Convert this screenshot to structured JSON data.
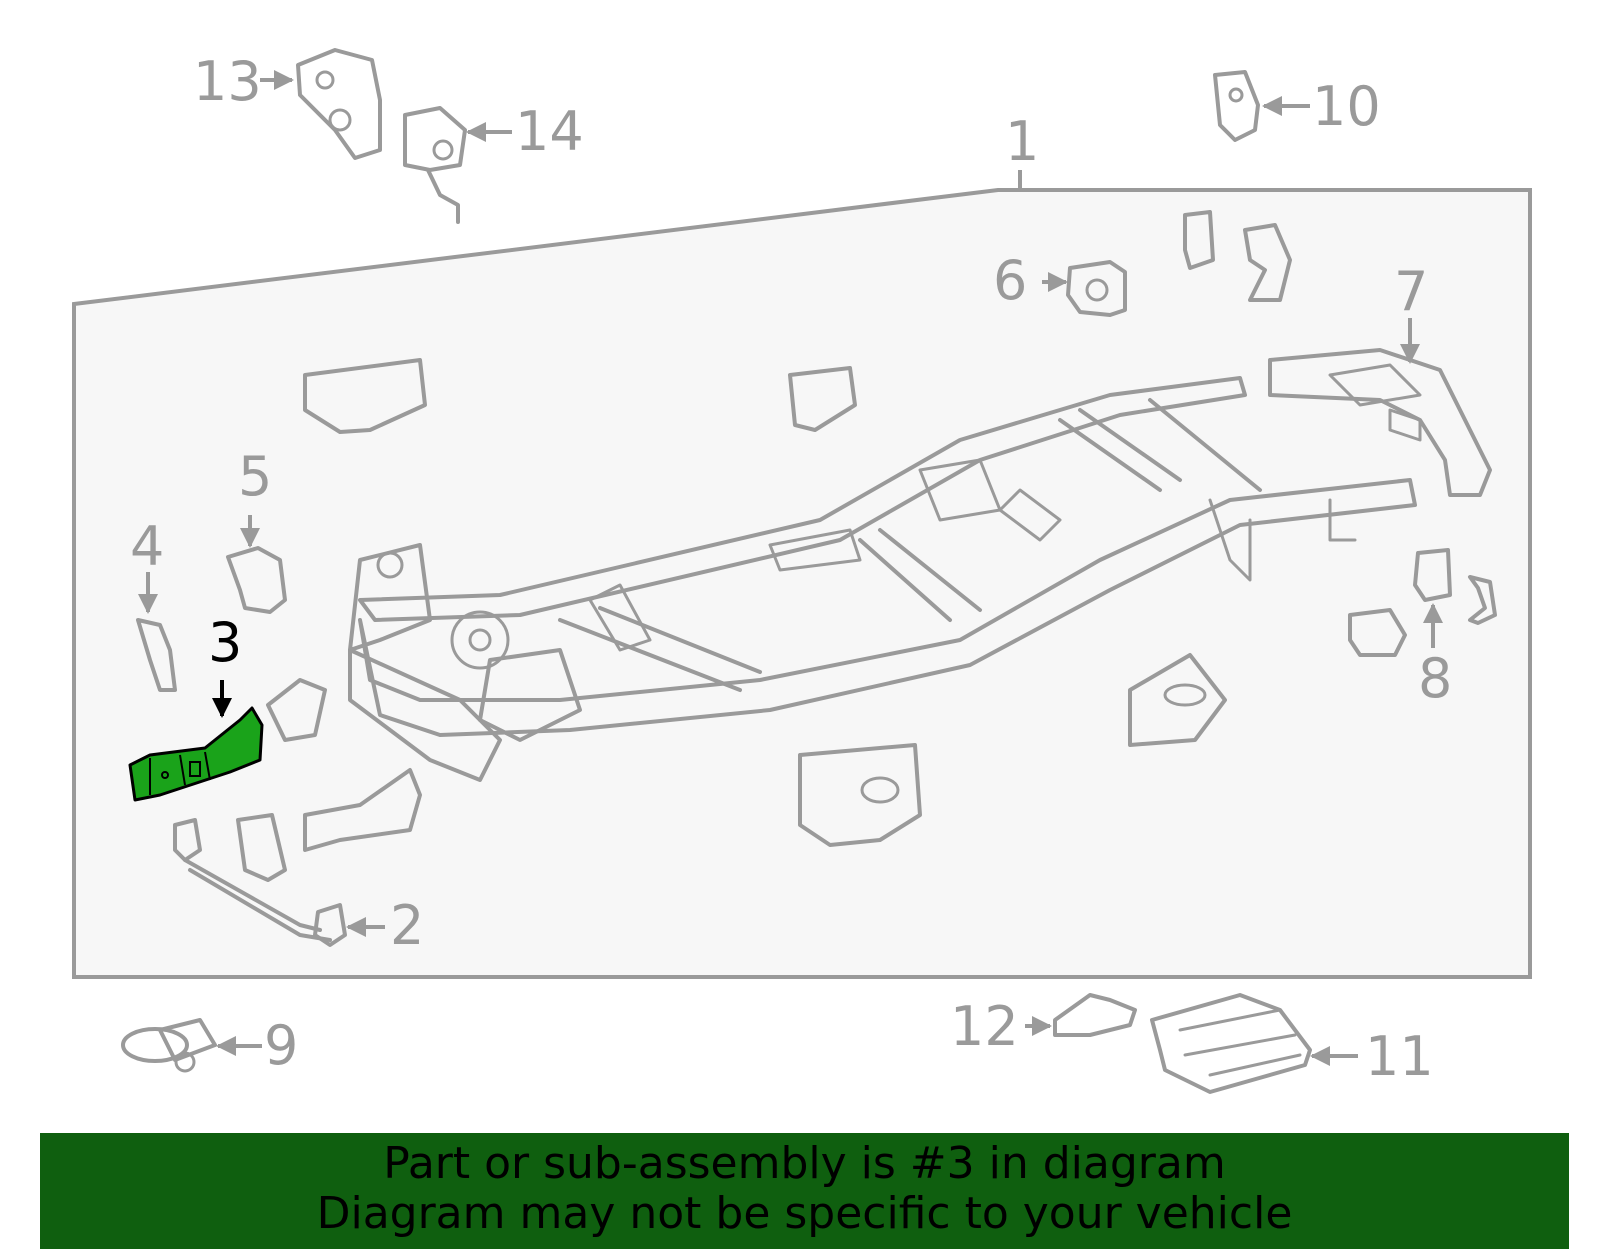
{
  "callouts": {
    "c1": "1",
    "c2": "2",
    "c3": "3",
    "c4": "4",
    "c5": "5",
    "c6": "6",
    "c7": "7",
    "c8": "8",
    "c9": "9",
    "c10": "10",
    "c11": "11",
    "c12": "12",
    "c13": "13",
    "c14": "14"
  },
  "banner": {
    "line1": "Part or sub-assembly is #3 in diagram",
    "line2": "Diagram may not be specific to your vehicle"
  },
  "colors": {
    "highlight_part": "#1aa31a",
    "banner_bg": "#0f5f0f",
    "outline_gray": "#9a9a9a",
    "panel_bg": "#f7f7f7"
  }
}
